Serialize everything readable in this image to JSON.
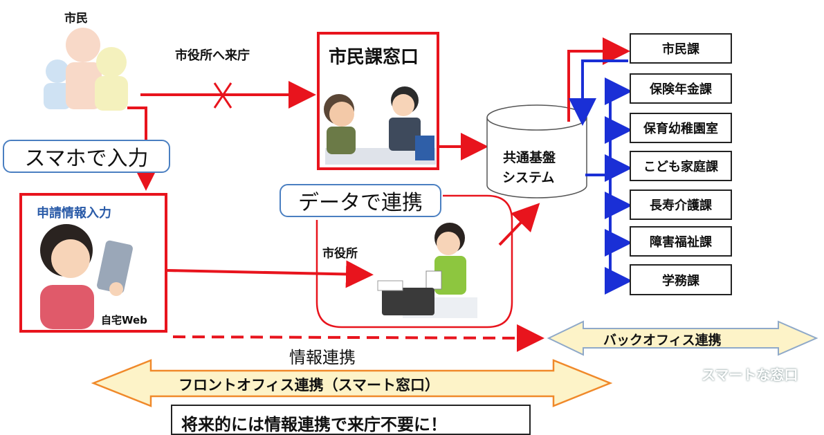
{
  "citizen": {
    "label": "市民",
    "visit_label": "市役所へ来庁"
  },
  "counter": {
    "title": "市民課窓口"
  },
  "smartphone_bubble": "スマホで入力",
  "online_box": {
    "title": "申請情報入力",
    "caption": "自宅Web"
  },
  "data_bubble": "データで連携",
  "city_hall": {
    "label": "市役所"
  },
  "system": {
    "line1": "共通基盤",
    "line2": "システム"
  },
  "departments": [
    "市民課",
    "保険年金課",
    "保育幼稚園室",
    "こども家庭課",
    "長寿介護課",
    "障害福祉課",
    "学務課"
  ],
  "info_link_label": "情報連携",
  "back_office_label": "バックオフィス連携",
  "front_office_label": "フロントオフィス連携（スマート窓口）",
  "watermark": "スマートな窓口",
  "footer_message": "将来的には情報連携で来庁不要に！",
  "colors": {
    "red": "#e8141d",
    "blue": "#1a2fd6",
    "bubble_border": "#4a7fc1",
    "arrow_fill": "#fdf3c8",
    "front_arrow_border": "#f0892a",
    "back_arrow_border": "#8fa9c9"
  }
}
